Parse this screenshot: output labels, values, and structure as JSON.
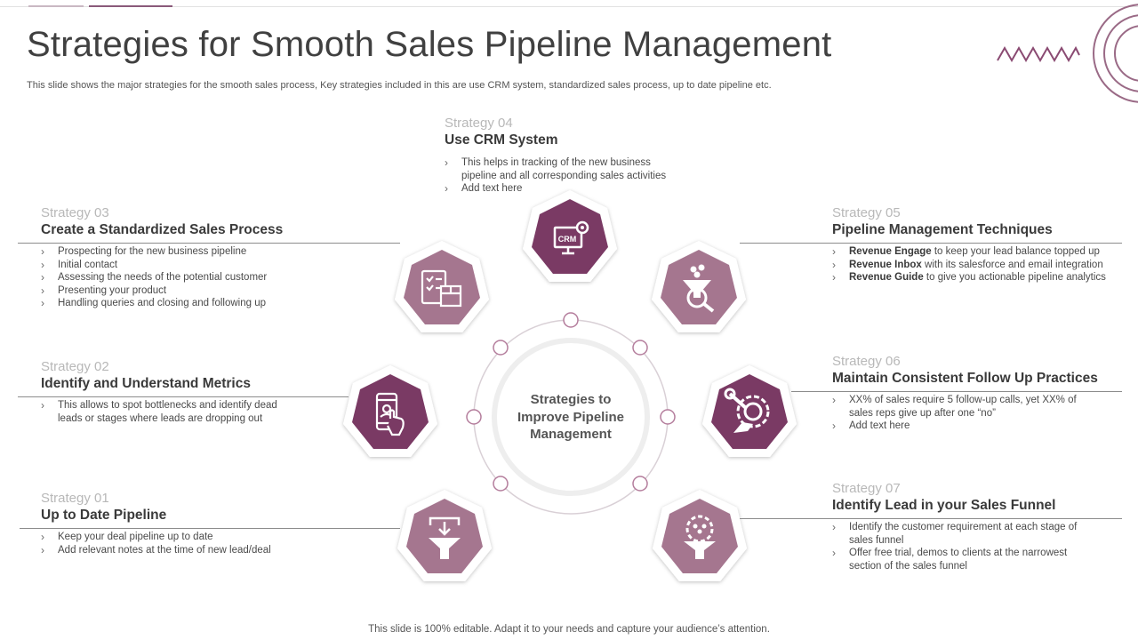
{
  "page": {
    "title": "Strategies for Smooth Sales Pipeline Management",
    "subtitle": "This slide shows the major strategies for the smooth sales process, Key strategies included in this are use CRM system, standardized sales process, up to date pipeline etc.",
    "footer": "This slide is 100% editable. Adapt it to your needs and capture your audience’s attention."
  },
  "center": {
    "lines": [
      "Strategies to",
      "Improve Pipeline",
      "Management"
    ]
  },
  "colors": {
    "dark": "#7a3a64",
    "light": "#a5768f",
    "node": "#b47d9c"
  },
  "strategies": {
    "s01": {
      "label": "Strategy 01",
      "heading": "Up to Date Pipeline",
      "bullets": [
        "Keep your deal pipeline up to date",
        "Add relevant notes at the time of new lead/deal"
      ],
      "icon": "funnel-download-icon"
    },
    "s02": {
      "label": "Strategy 02",
      "heading": "Identify and Understand Metrics",
      "bullets": [
        "This allows to spot bottlenecks and identify dead leads or stages where leads are dropping out"
      ],
      "icon": "mobile-touch-icon"
    },
    "s03": {
      "label": "Strategy 03",
      "heading": "Create a Standardized Sales Process",
      "bullets": [
        "Prospecting for the new business pipeline",
        "Initial contact",
        "Assessing the needs of the potential customer",
        "Presenting your product",
        "Handling queries and closing and following up"
      ],
      "icon": "checklist-box-icon"
    },
    "s04": {
      "label": "Strategy 04",
      "heading": "Use CRM System",
      "bullets": [
        "This helps in tracking of the new business pipeline and all corresponding sales activities",
        "Add text here"
      ],
      "icon": "crm-monitor-gear-icon",
      "icon_text": "CRM"
    },
    "s05": {
      "label": "Strategy 05",
      "heading": "Pipeline Management Techniques",
      "bullets": [
        {
          "bold": "Revenue Engage",
          "text": " to keep your lead balance topped up"
        },
        {
          "bold": "Revenue Inbox",
          "text": " with its salesforce and email integration"
        },
        {
          "bold": "Revenue Guide",
          "text": " to give you actionable pipeline analytics"
        }
      ],
      "icon": "funnel-magnifier-icon"
    },
    "s06": {
      "label": "Strategy 06",
      "heading": "Maintain Consistent  Follow Up Practices",
      "bullets": [
        "XX% of sales require 5 follow-up calls, yet XX% of sales reps give up after one “no”",
        "Add text here"
      ],
      "icon": "hand-gear-wrench-icon"
    },
    "s07": {
      "label": "Strategy 07",
      "heading": "Identify Lead in your Sales Funnel",
      "bullets": [
        "Identify the customer requirement at each stage of sales funnel",
        "Offer free trial, demos to clients at the narrowest section of the sales funnel"
      ],
      "icon": "gear-people-funnel-icon"
    }
  }
}
